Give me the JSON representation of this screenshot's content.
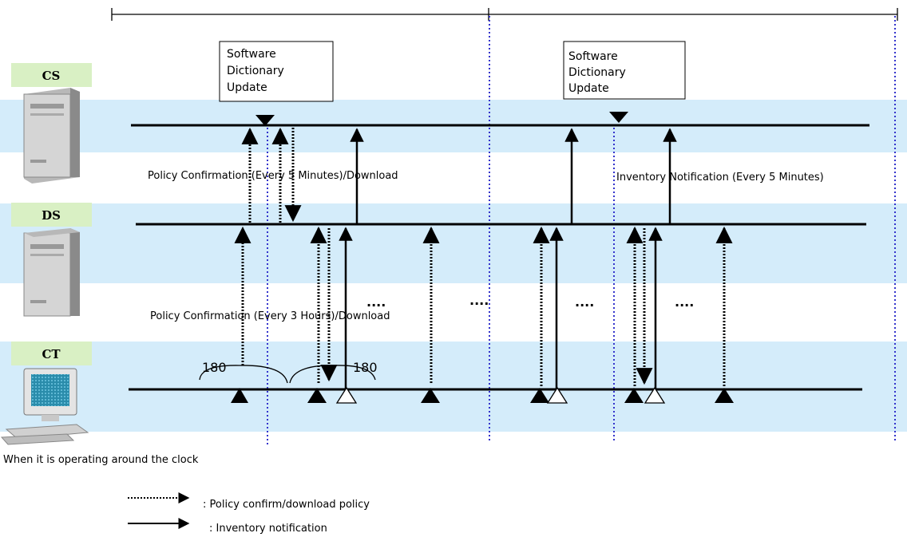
{
  "colors": {
    "band": "#d4ecfa",
    "tag_bg": "#d9f0c4",
    "dotted_guides": "#3333cc",
    "lines": "#000000"
  },
  "nodes": [
    {
      "key": "cs",
      "label": "CS",
      "icon": "server-icon"
    },
    {
      "key": "ds",
      "label": "DS",
      "icon": "server-icon"
    },
    {
      "key": "ct",
      "label": "CT",
      "icon": "desktop-computer-icon"
    }
  ],
  "update_boxes": [
    {
      "line1": "Software",
      "line2": "Dictionary",
      "line3": "Update"
    },
    {
      "line1": "Software",
      "line2": "Dictionary",
      "line3": "Update"
    }
  ],
  "labels": {
    "policy_cs_ds": "Policy  Confirmation (Every 5 Minutes)/Download",
    "inventory_cs_ds": "Inventory  Notification  (Every 5 Minutes)",
    "policy_ds_ct": "Policy  Confirmation (Every 3 Hours)/Download",
    "interval_left": "180",
    "interval_right": "180",
    "ellipsis": "....",
    "operating_note": "When it is operating around the clock"
  },
  "legend": {
    "dotted_label": ": Policy confirm/download policy",
    "solid_label": ":    Inventory notification"
  }
}
